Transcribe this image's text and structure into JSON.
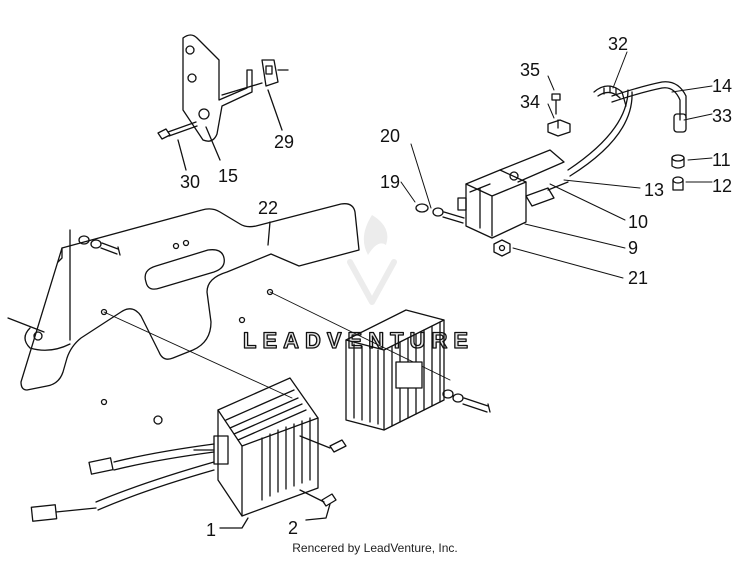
{
  "diagram": {
    "callouts": {
      "c1": "1",
      "c2": "2",
      "c9": "9",
      "c10": "10",
      "c11": "11",
      "c12": "12",
      "c13": "13",
      "c14": "14",
      "c15": "15",
      "c19": "19",
      "c20": "20",
      "c21": "21",
      "c22": "22",
      "c29": "29",
      "c30": "30",
      "c32": "32",
      "c33": "33",
      "c34": "34",
      "c35": "35"
    },
    "watermark": "LEADVENTURE"
  },
  "footer": {
    "text": "Rencered by LeadVenture, Inc."
  },
  "colors": {
    "ink": "#111111",
    "watermark": "#e6e6e6",
    "background": "#ffffff"
  }
}
